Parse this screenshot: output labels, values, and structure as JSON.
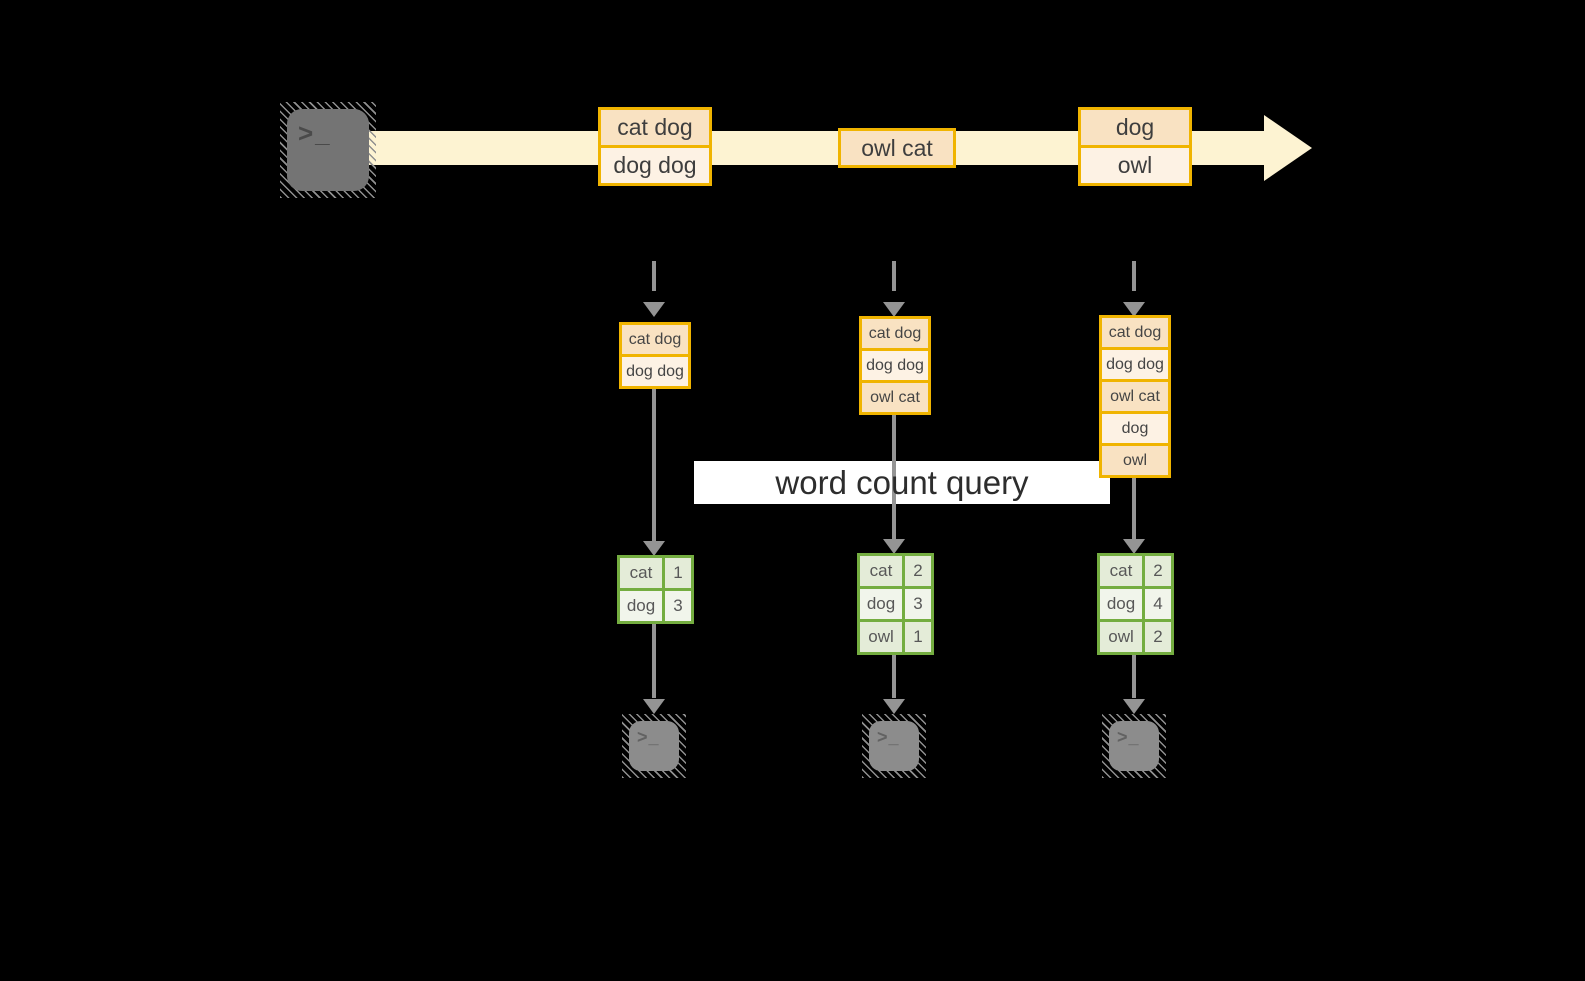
{
  "source_terminal": {
    "glyph": ">_"
  },
  "stream": {
    "batches": [
      {
        "lines": [
          "cat dog",
          "dog dog"
        ]
      },
      {
        "lines": [
          "owl cat"
        ]
      },
      {
        "lines": [
          "dog",
          "owl"
        ]
      }
    ]
  },
  "query_banner": {
    "label": "word count query"
  },
  "columns": [
    {
      "stack": [
        "cat dog",
        "dog dog"
      ],
      "counts": [
        {
          "word": "cat",
          "count": "1"
        },
        {
          "word": "dog",
          "count": "3"
        }
      ]
    },
    {
      "stack": [
        "cat dog",
        "dog dog",
        "owl cat"
      ],
      "counts": [
        {
          "word": "cat",
          "count": "2"
        },
        {
          "word": "dog",
          "count": "3"
        },
        {
          "word": "owl",
          "count": "1"
        }
      ]
    },
    {
      "stack": [
        "cat dog",
        "dog dog",
        "owl cat",
        "dog",
        "owl"
      ],
      "counts": [
        {
          "word": "cat",
          "count": "2"
        },
        {
          "word": "dog",
          "count": "4"
        },
        {
          "word": "owl",
          "count": "2"
        }
      ]
    }
  ],
  "sink_terminals": [
    {
      "glyph": ">_"
    },
    {
      "glyph": ">_"
    },
    {
      "glyph": ">_"
    }
  ],
  "colors": {
    "batch_fill_dark": "#f9e2c2",
    "batch_fill_light": "#fdf2e4",
    "batch_border": "#f0b400",
    "stream_band": "#fdf3d2",
    "table_border": "#74ad40",
    "table_fill_tint": "#e4ecd8",
    "table_fill_pale": "#f1f5eb",
    "arrow_gray": "#949494",
    "banner_bg": "#ffffff"
  }
}
